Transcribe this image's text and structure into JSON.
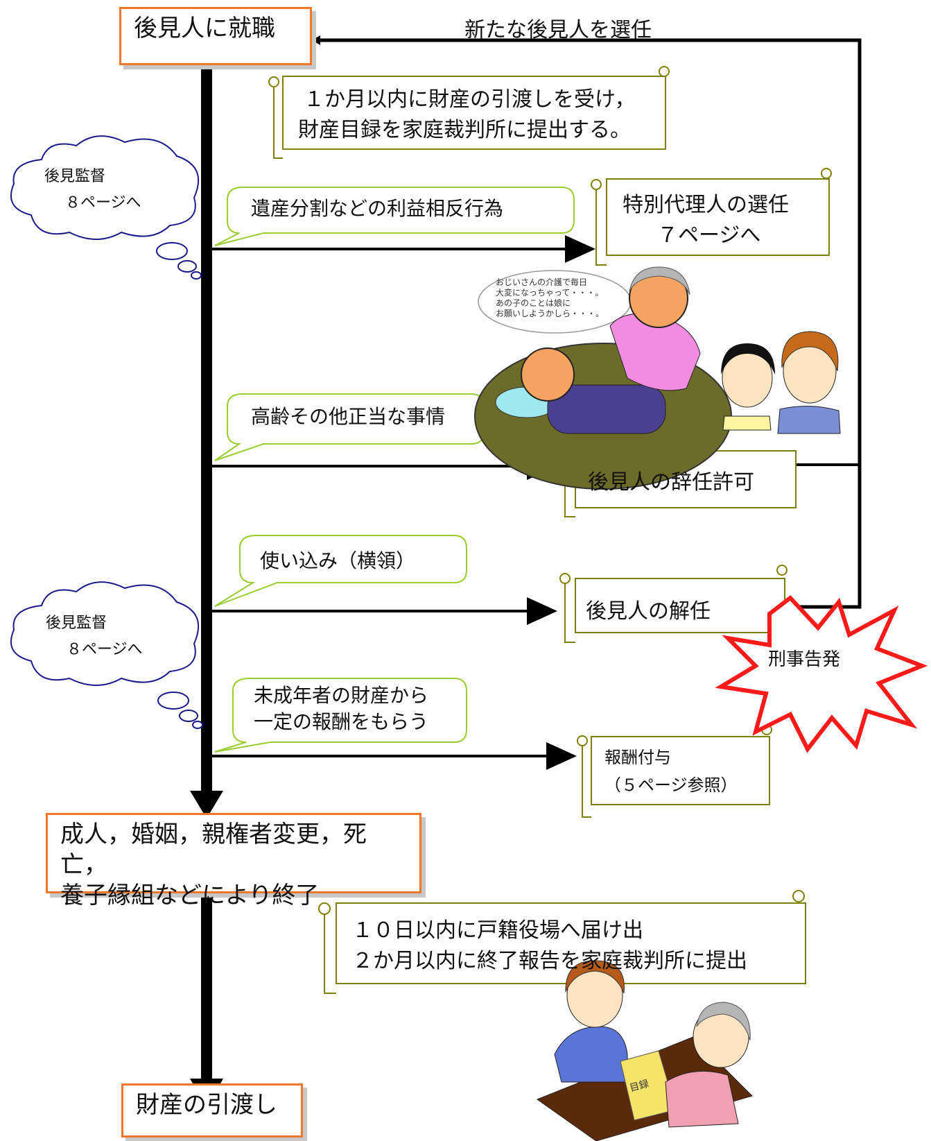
{
  "start_box": "後見人に就職",
  "loop_label": "新たな後見人を選任",
  "scroll_1": {
    "line1": "１か月以内に財産の引渡しを受け，",
    "line2": "財産目録を家庭裁判所に提出する。"
  },
  "cloud_1": {
    "line1": "後見監督",
    "line2": "８ページへ"
  },
  "cloud_2": {
    "line1": "後見監督",
    "line2": "８ページへ"
  },
  "speech_1": "遺産分割などの利益相反行為",
  "scroll_2": {
    "line1": "特別代理人の選任",
    "line2": "７ページへ"
  },
  "illustration_1_caption": {
    "line1": "おじいさんの介護で毎日",
    "line2": "大変になっちゃって・・・。",
    "line3": "あの子のことは娘に",
    "line4": "お願いしようかしら・・・。"
  },
  "speech_2": "高齢その他正当な事情",
  "scroll_3": "後見人の辞任許可",
  "speech_3": "使い込み（横領）",
  "scroll_4": "後見人の解任",
  "burst": "刑事告発",
  "speech_4": {
    "line1": "未成年者の財産から",
    "line2": "一定の報酬をもらう"
  },
  "scroll_5": {
    "line1": "報酬付与",
    "line2": "（５ページ参照）"
  },
  "end_box": {
    "line1": "成人，婚姻，親権者変更，死亡，",
    "line2": "養子縁組などにより終了"
  },
  "scroll_6": {
    "line1": "１０日以内に戸籍役場へ届け出",
    "line2": "２か月以内に終了報告を家庭裁判所に提出"
  },
  "final_box": "財産の引渡し",
  "illustration_2_label": "目録",
  "colors": {
    "box_border": "#f07828",
    "speech_border": "#9acd32",
    "scroll_border": "#808000",
    "cloud_border": "#1a1a8c",
    "burst": "#ff1a1a"
  }
}
